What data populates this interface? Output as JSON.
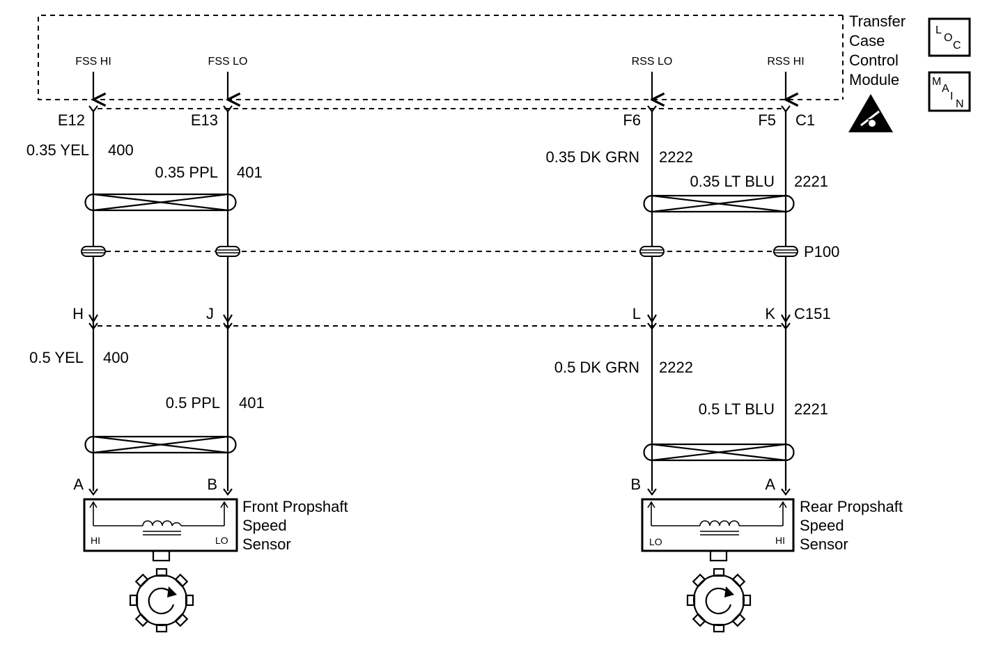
{
  "module": {
    "title_lines": [
      "Transfer",
      "Case",
      "Control",
      "Module"
    ],
    "pins": {
      "fss_hi": "FSS HI",
      "fss_lo": "FSS LO",
      "rss_lo": "RSS LO",
      "rss_hi": "RSS HI"
    },
    "loc_badge": {
      "l": "L",
      "o": "O",
      "c": "C"
    },
    "main_badge": {
      "m": "M",
      "a": "A",
      "i": "I",
      "n": "N"
    }
  },
  "upper_connector": {
    "cavities": {
      "fss_hi": "E12",
      "fss_lo": "E13",
      "rss_lo": "F6",
      "rss_hi": "F5"
    },
    "connector_id": "C1"
  },
  "upper_wires": {
    "w400": {
      "gauge_color": "0.35 YEL",
      "circuit": "400"
    },
    "w401": {
      "gauge_color": "0.35 PPL",
      "circuit": "401"
    },
    "w2222": {
      "gauge_color": "0.35 DK GRN",
      "circuit": "2222"
    },
    "w2221": {
      "gauge_color": "0.35 LT BLU",
      "circuit": "2221"
    }
  },
  "pass_through": {
    "id": "P100"
  },
  "lower_connector": {
    "cavities": {
      "c400": "H",
      "c401": "J",
      "c2222": "L",
      "c2221": "K"
    },
    "connector_id": "C151"
  },
  "lower_wires": {
    "w400": {
      "gauge_color": "0.5 YEL",
      "circuit": "400"
    },
    "w401": {
      "gauge_color": "0.5 PPL",
      "circuit": "401"
    },
    "w2222": {
      "gauge_color": "0.5 DK GRN",
      "circuit": "2222"
    },
    "w2221": {
      "gauge_color": "0.5 LT BLU",
      "circuit": "2221"
    }
  },
  "front_sensor": {
    "pins": {
      "left": "A",
      "right": "B"
    },
    "terminals": {
      "left": "HI",
      "right": "LO"
    },
    "name_lines": [
      "Front Propshaft",
      "Speed",
      "Sensor"
    ]
  },
  "rear_sensor": {
    "pins": {
      "left": "B",
      "right": "A"
    },
    "terminals": {
      "left": "LO",
      "right": "HI"
    },
    "name_lines": [
      "Rear Propshaft",
      "Speed",
      "Sensor"
    ]
  },
  "icons": {
    "esd": "esd-warning-icon",
    "reluctor": "reluctor-wheel-icon",
    "coil": "coil-icon"
  },
  "colors": {
    "ink": "#000000",
    "background": "#ffffff"
  }
}
